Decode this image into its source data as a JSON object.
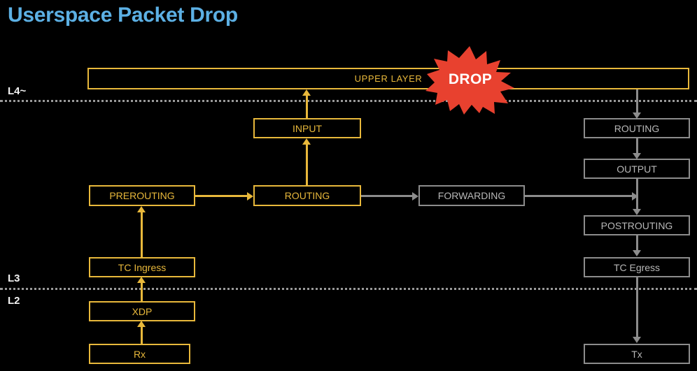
{
  "page": {
    "title": "Userspace Packet Drop",
    "background_color": "#000000",
    "title_color": "#5cb0e4",
    "active_color": "#e8b83b",
    "inactive_color": "#8c8c8c",
    "drop_color": "#e8412f"
  },
  "layer_labels": [
    {
      "name": "l4",
      "text": "L4~"
    },
    {
      "name": "l3",
      "text": "L3"
    },
    {
      "name": "l2",
      "text": "L2"
    }
  ],
  "annotation": {
    "drop_label": "DROP"
  },
  "nodes": {
    "upper_layer": {
      "label": "UPPER LAYER",
      "state": "active"
    },
    "input": {
      "label": "INPUT",
      "state": "active"
    },
    "prerouting": {
      "label": "PREROUTING",
      "state": "active"
    },
    "routing_left": {
      "label": "ROUTING",
      "state": "active"
    },
    "tc_ingress": {
      "label": "TC Ingress",
      "state": "active"
    },
    "xdp": {
      "label": "XDP",
      "state": "active"
    },
    "rx": {
      "label": "Rx",
      "state": "active"
    },
    "forwarding": {
      "label": "FORWARDING",
      "state": "inactive"
    },
    "routing_right": {
      "label": "ROUTING",
      "state": "inactive"
    },
    "output": {
      "label": "OUTPUT",
      "state": "inactive"
    },
    "postrouting": {
      "label": "POSTROUTING",
      "state": "inactive"
    },
    "tc_egress": {
      "label": "TC Egress",
      "state": "inactive"
    },
    "tx": {
      "label": "Tx",
      "state": "inactive"
    }
  }
}
